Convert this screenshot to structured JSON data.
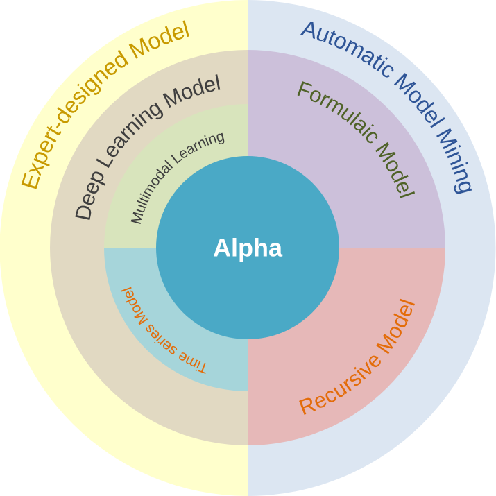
{
  "center": {
    "label": "Alpha",
    "color": "#4aa9c6",
    "text_color": "#ffffff"
  },
  "outer_ring": [
    {
      "label": "Expert-designed Model",
      "fill": "#ffffcc",
      "text_color": "#c89a00"
    },
    {
      "label": "Automatic Model Mining",
      "fill": "#dce6f2",
      "text_color": "#2f5597"
    }
  ],
  "middle_ring": [
    {
      "label": "Deep Learning Model",
      "fill": "#e1d9c2",
      "text_color": "#3f3f3f"
    },
    {
      "label": "Formulaic Model",
      "fill": "#ccc0da",
      "text_color": "#4f6228"
    },
    {
      "label": "Recursive Model",
      "fill": "#e6b8b8",
      "text_color": "#e36c09"
    }
  ],
  "inner_ring": [
    {
      "label": "Multimodal Learning",
      "fill": "#d8e4bc",
      "text_color": "#3f3f3f"
    },
    {
      "label": "Time series Model",
      "fill": "#a6d5da",
      "text_color": "#e36c09"
    }
  ]
}
